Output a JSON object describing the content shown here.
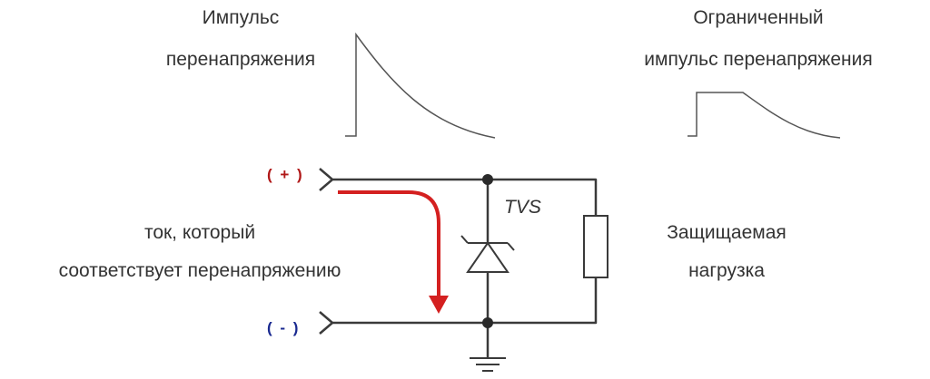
{
  "labels": {
    "surge_pulse_line1": "Импульс",
    "surge_pulse_line2": "перенапряжения",
    "clamped_pulse_line1": "Ограниченный",
    "clamped_pulse_line2": "импульс перенапряжения",
    "positive_terminal": "( + )",
    "negative_terminal": "( - )",
    "current_line1": "ток, который",
    "current_line2": "соответствует перенапряжению",
    "tvs": "TVS",
    "load_line1": "Защищаемая",
    "load_line2": "нагрузка"
  },
  "colors": {
    "wire": "#3a3a3a",
    "current_arrow": "#d42020",
    "positive": "#b01818",
    "negative": "#1a2a90",
    "text": "#333333"
  }
}
